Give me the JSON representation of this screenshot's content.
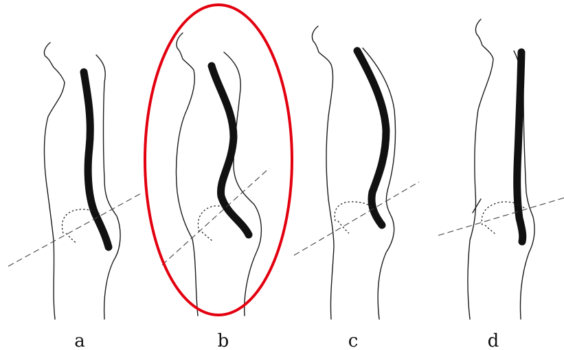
{
  "figures": [
    {
      "label": "a"
    },
    {
      "label": "b"
    },
    {
      "label": "c"
    },
    {
      "label": "d"
    }
  ],
  "highlight": {
    "figure": "b",
    "color": "#e3000f"
  }
}
